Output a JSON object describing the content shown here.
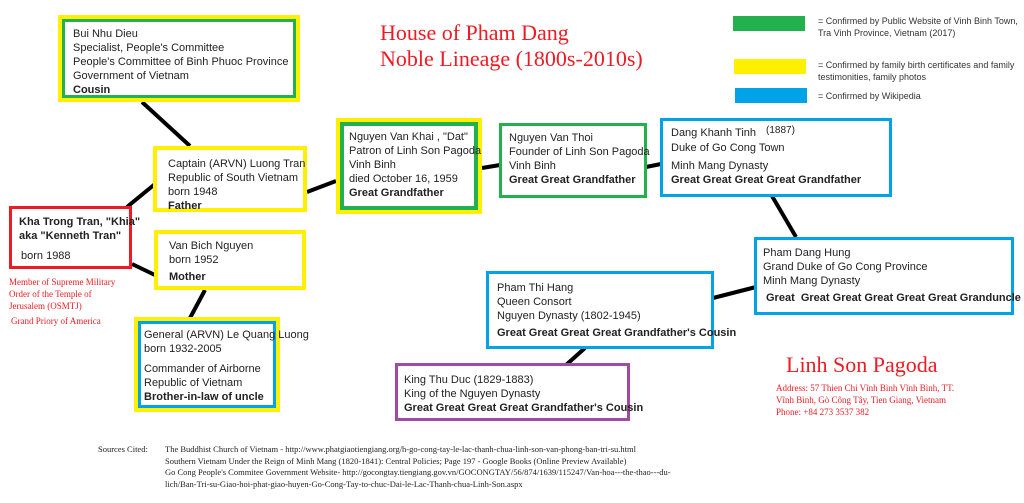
{
  "title": {
    "line1": "House of Pham Dang",
    "line2": "Noble Lineage (1800s-2010s)"
  },
  "legend": [
    {
      "color": "#22b14c",
      "text": "= Confirmed by Public Website of Vinh Binh Town, Tra Vinh Province, Vietnam (2017)"
    },
    {
      "color": "#ffef00",
      "text": "= Confirmed by family birth certificates and family testimonities, family photos"
    },
    {
      "color": "#00a2e8",
      "text": "= Confirmed by Wikipedia"
    }
  ],
  "nodes": {
    "bui": {
      "lines": [
        "Bui Nhu Dieu",
        "Specialist, People's Committee",
        "People's Committee of Binh Phuoc Province",
        "Government of Vietnam"
      ],
      "relation": "Cousin"
    },
    "captain": {
      "lines": [
        "Captain (ARVN) Luong Tran",
        "Republic of South Vietnam",
        "born 1948"
      ],
      "relation": "Father"
    },
    "kha": {
      "lines": [
        "Kha Trong Tran, \"Khia\"",
        "aka \"Kenneth Tran\""
      ],
      "born": "born 1988",
      "notes": [
        "Member of Supreme Military",
        "Order of the Temple of",
        "Jerusalem (OSMTJ)",
        "Grand Priory of America"
      ]
    },
    "mother": {
      "lines": [
        "Van Bich Nguyen",
        "born 1952"
      ],
      "relation": "Mother"
    },
    "general": {
      "lines": [
        "General (ARVN) Le Quang Luong",
        "born 1932-2005",
        "Commander of Airborne",
        "Republic of Vietnam"
      ],
      "relation": "Brother-in-law of uncle"
    },
    "khai": {
      "lines": [
        "Nguyen Van Khai , \"Dat\"",
        "Patron of Linh Son Pagoda",
        "Vinh Binh",
        "died October 16, 1959"
      ],
      "relation": "Great Grandfather"
    },
    "thoi": {
      "lines": [
        "Nguyen Van Thoi",
        "Founder of Linh Son Pagoda",
        "Vinh Binh"
      ],
      "relation": "Great Great Grandfather"
    },
    "tinh": {
      "lines": [
        "Dang Khanh Tinh",
        "Duke of Go Cong Town",
        "Minh Mang Dynasty"
      ],
      "year": "(1887)",
      "relation": "Great Great Great Great Grandfather"
    },
    "hung": {
      "lines": [
        "Pham Dang Hung",
        "Grand Duke of Go Cong Province",
        "Minh Mang Dynasty"
      ],
      "relation": "Great  Great Great Great Great Great Granduncle"
    },
    "hang": {
      "lines": [
        "Pham Thi Hang",
        "Queen Consort",
        "Nguyen Dynasty (1802-1945)"
      ],
      "relation": "Great Great Great Great Grandfather's Cousin"
    },
    "thuduc": {
      "lines": [
        "King Thu Duc (1829-1883)",
        "King of the Nguyen Dynasty"
      ],
      "relation": "Great Great Great Great Grandfather's Cousin"
    }
  },
  "pagoda": {
    "name": "Linh Son Pagoda",
    "address": [
      "Address: 57 Thien Chi Vĩnh Bình Vĩnh Bình, TT.",
      "Vĩnh Bình, Gò Công Tây, Tien Giang, Vietnam",
      "Phone: +84 273 3537 382"
    ]
  },
  "sources": {
    "label": "Sources Cited:",
    "items": [
      "The Buddhist Church of Vietnam - http://www.phatgiaotiengiang.org/h-go-cong-tay-le-lac-thanh-chua-linh-son-van-phong-ban-tri-su.html",
      "Southern Vietnam Under the Reign of Minh Mang (1820-1841): Central Policies; Page 197 - Google Books (Online Preview Available)",
      "Go Cong People's Commitee Government Website- http://gocongtay.tiengiang.gov.vn/GOCONGTAY/56/874/1639/115247/Van-hoa---the-thao---du-",
      "lich/Ban-Tri-su-Giao-hoi-phat-giao-huyen-Go-Cong-Tay-to-chuc-Dai-le-Lac-Thanh-chua-Linh-Son.aspx"
    ]
  }
}
